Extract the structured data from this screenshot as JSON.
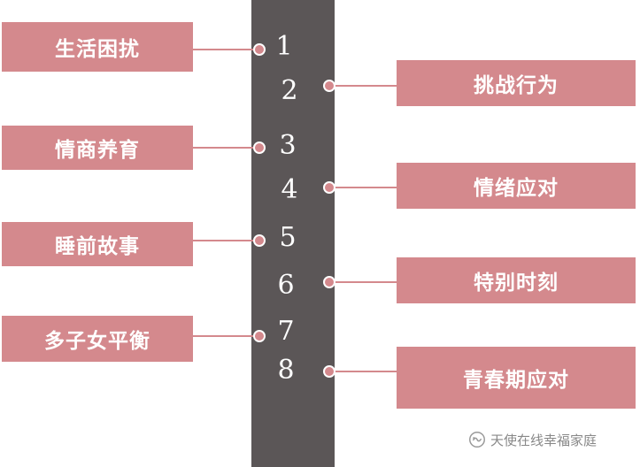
{
  "numbers": [
    "1",
    "2",
    "3",
    "4",
    "5",
    "6",
    "7",
    "8"
  ],
  "items": [
    {
      "label": "生活困扰"
    },
    {
      "label": "挑战行为"
    },
    {
      "label": "情商养育"
    },
    {
      "label": "情绪应对"
    },
    {
      "label": "睡前故事"
    },
    {
      "label": "特别时刻"
    },
    {
      "label": "多子女平衡"
    },
    {
      "label": "青春期应对"
    }
  ],
  "watermark": {
    "text": "天使在线幸福家庭",
    "icon": "wechat-official-account-icon"
  },
  "colors": {
    "bar": "#5b5657",
    "box": "#d4898d",
    "text": "#ffffff"
  }
}
